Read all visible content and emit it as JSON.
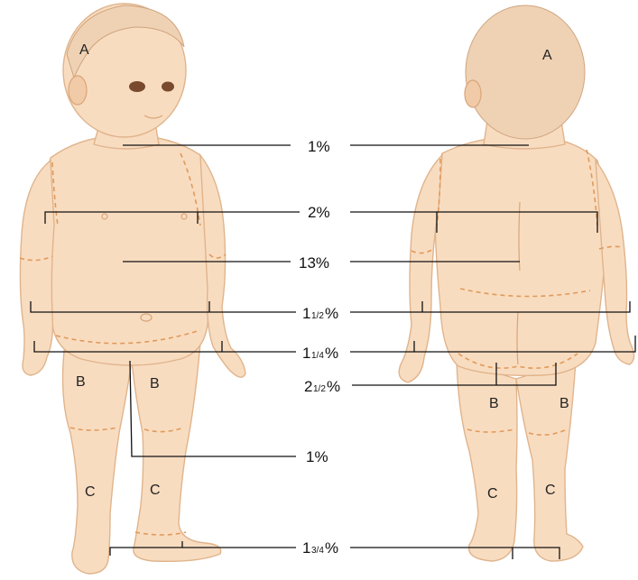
{
  "percent_labels": {
    "neck": "1%",
    "upper_arm": "2%",
    "trunk": "13%",
    "forearm_whole": "1",
    "forearm_frac": "1/2",
    "forearm_pct": "%",
    "hand_whole": "1",
    "hand_frac": "1/4",
    "hand_pct": "%",
    "buttock_whole": "2",
    "buttock_frac": "1/2",
    "buttock_pct": "%",
    "genitals": "1%",
    "foot_whole": "1",
    "foot_frac": "3/4",
    "foot_pct": "%"
  },
  "front_regions": {
    "head": "A",
    "thigh_right": "B",
    "thigh_left": "B",
    "leg_right": "C",
    "leg_left": "C"
  },
  "back_regions": {
    "head": "A",
    "thigh_left": "B",
    "thigh_right": "B",
    "leg_left": "C",
    "leg_right": "C"
  },
  "colors": {
    "skin": "#f8dcc0",
    "outline": "#e0b48c",
    "segment_dashes": "#e09a5a",
    "leader_lines": "#111111"
  }
}
